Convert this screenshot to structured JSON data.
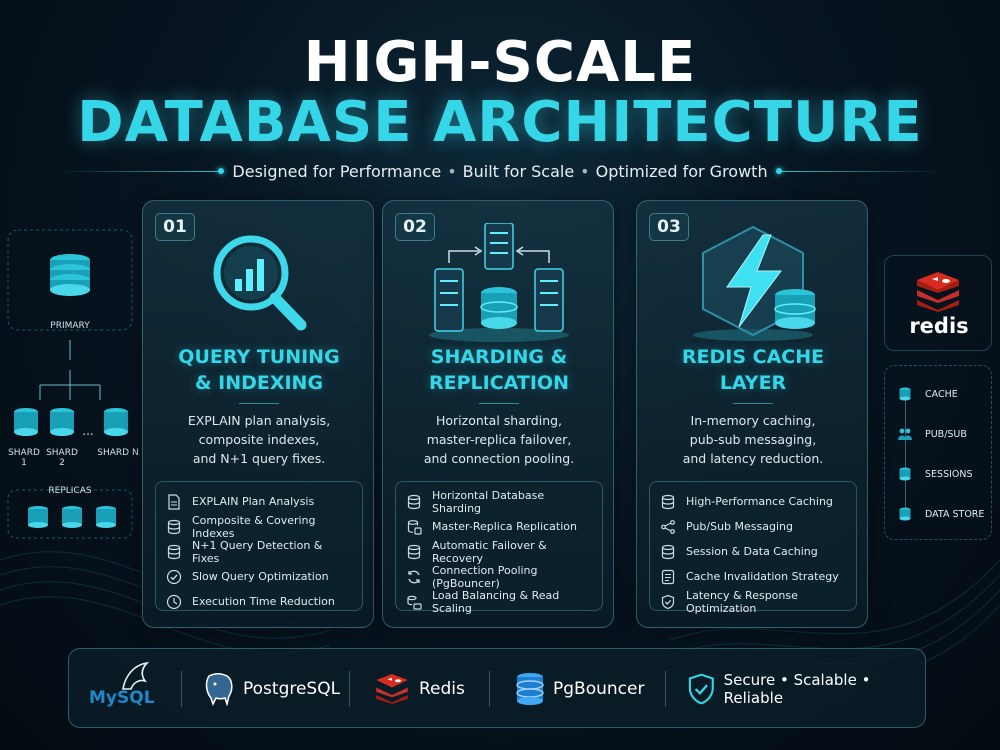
{
  "header": {
    "title_line1": "HIGH-SCALE",
    "title_line2": "DATABASE ARCHITECTURE",
    "tagline": [
      "Designed for Performance",
      "Built for Scale",
      "Optimized for Growth"
    ],
    "tagline_sep": "•"
  },
  "left_panel": {
    "primary_label": "PRIMARY",
    "shards": [
      "SHARD 1",
      "SHARD 2",
      "SHARD N"
    ],
    "ellipsis": "...",
    "replicas_label": "REPLICAS"
  },
  "cards": [
    {
      "number": "01",
      "title_lines": [
        "QUERY TUNING",
        "& INDEXING"
      ],
      "desc_lines": [
        "EXPLAIN plan analysis,",
        "composite indexes,",
        "and N+1 query fixes."
      ],
      "features": [
        {
          "icon": "document-icon",
          "label": "EXPLAIN Plan Analysis"
        },
        {
          "icon": "database-icon",
          "label": "Composite & Covering Indexes"
        },
        {
          "icon": "database-icon",
          "label": "N+1 Query Detection & Fixes"
        },
        {
          "icon": "check-circle-icon",
          "label": "Slow Query Optimization"
        },
        {
          "icon": "clock-icon",
          "label": "Execution Time Reduction"
        }
      ]
    },
    {
      "number": "02",
      "title_lines": [
        "SHARDING &",
        "REPLICATION"
      ],
      "desc_lines": [
        "Horizontal sharding,",
        "master-replica failover,",
        "and connection pooling."
      ],
      "features": [
        {
          "icon": "database-icon",
          "label": "Horizontal Database Sharding"
        },
        {
          "icon": "database-copy-icon",
          "label": "Master-Replica Replication"
        },
        {
          "icon": "database-icon",
          "label": "Automatic Failover & Recovery"
        },
        {
          "icon": "sync-icon",
          "label": "Connection Pooling (PgBouncer)"
        },
        {
          "icon": "balance-icon",
          "label": "Load Balancing & Read Scaling"
        }
      ]
    },
    {
      "number": "03",
      "title_lines": [
        "REDIS CACHE",
        "LAYER"
      ],
      "desc_lines": [
        "In-memory caching,",
        "pub-sub messaging,",
        "and latency reduction."
      ],
      "features": [
        {
          "icon": "database-icon",
          "label": "High-Performance Caching"
        },
        {
          "icon": "share-icon",
          "label": "Pub/Sub Messaging"
        },
        {
          "icon": "database-icon",
          "label": "Session & Data Caching"
        },
        {
          "icon": "list-icon",
          "label": "Cache Invalidation Strategy"
        },
        {
          "icon": "shield-check-icon",
          "label": "Latency & Response Optimization"
        }
      ]
    }
  ],
  "right_panel": {
    "brand": "redis",
    "items": [
      "CACHE",
      "PUB/SUB",
      "SESSIONS",
      "DATA STORE"
    ]
  },
  "bottom_bar": {
    "items": [
      {
        "icon": "mysql-dolphin-icon",
        "label": "MySQL"
      },
      {
        "icon": "postgresql-elephant-icon",
        "label": "PostgreSQL"
      },
      {
        "icon": "redis-logo-icon",
        "label": "Redis"
      },
      {
        "icon": "pgbouncer-database-icon",
        "label": "PgBouncer"
      },
      {
        "icon": "shield-check-icon",
        "label": "Secure • Scalable • Reliable"
      }
    ]
  },
  "colors": {
    "accent": "#35d6e8",
    "background": "#071521",
    "redis_red": "#d82c20"
  }
}
